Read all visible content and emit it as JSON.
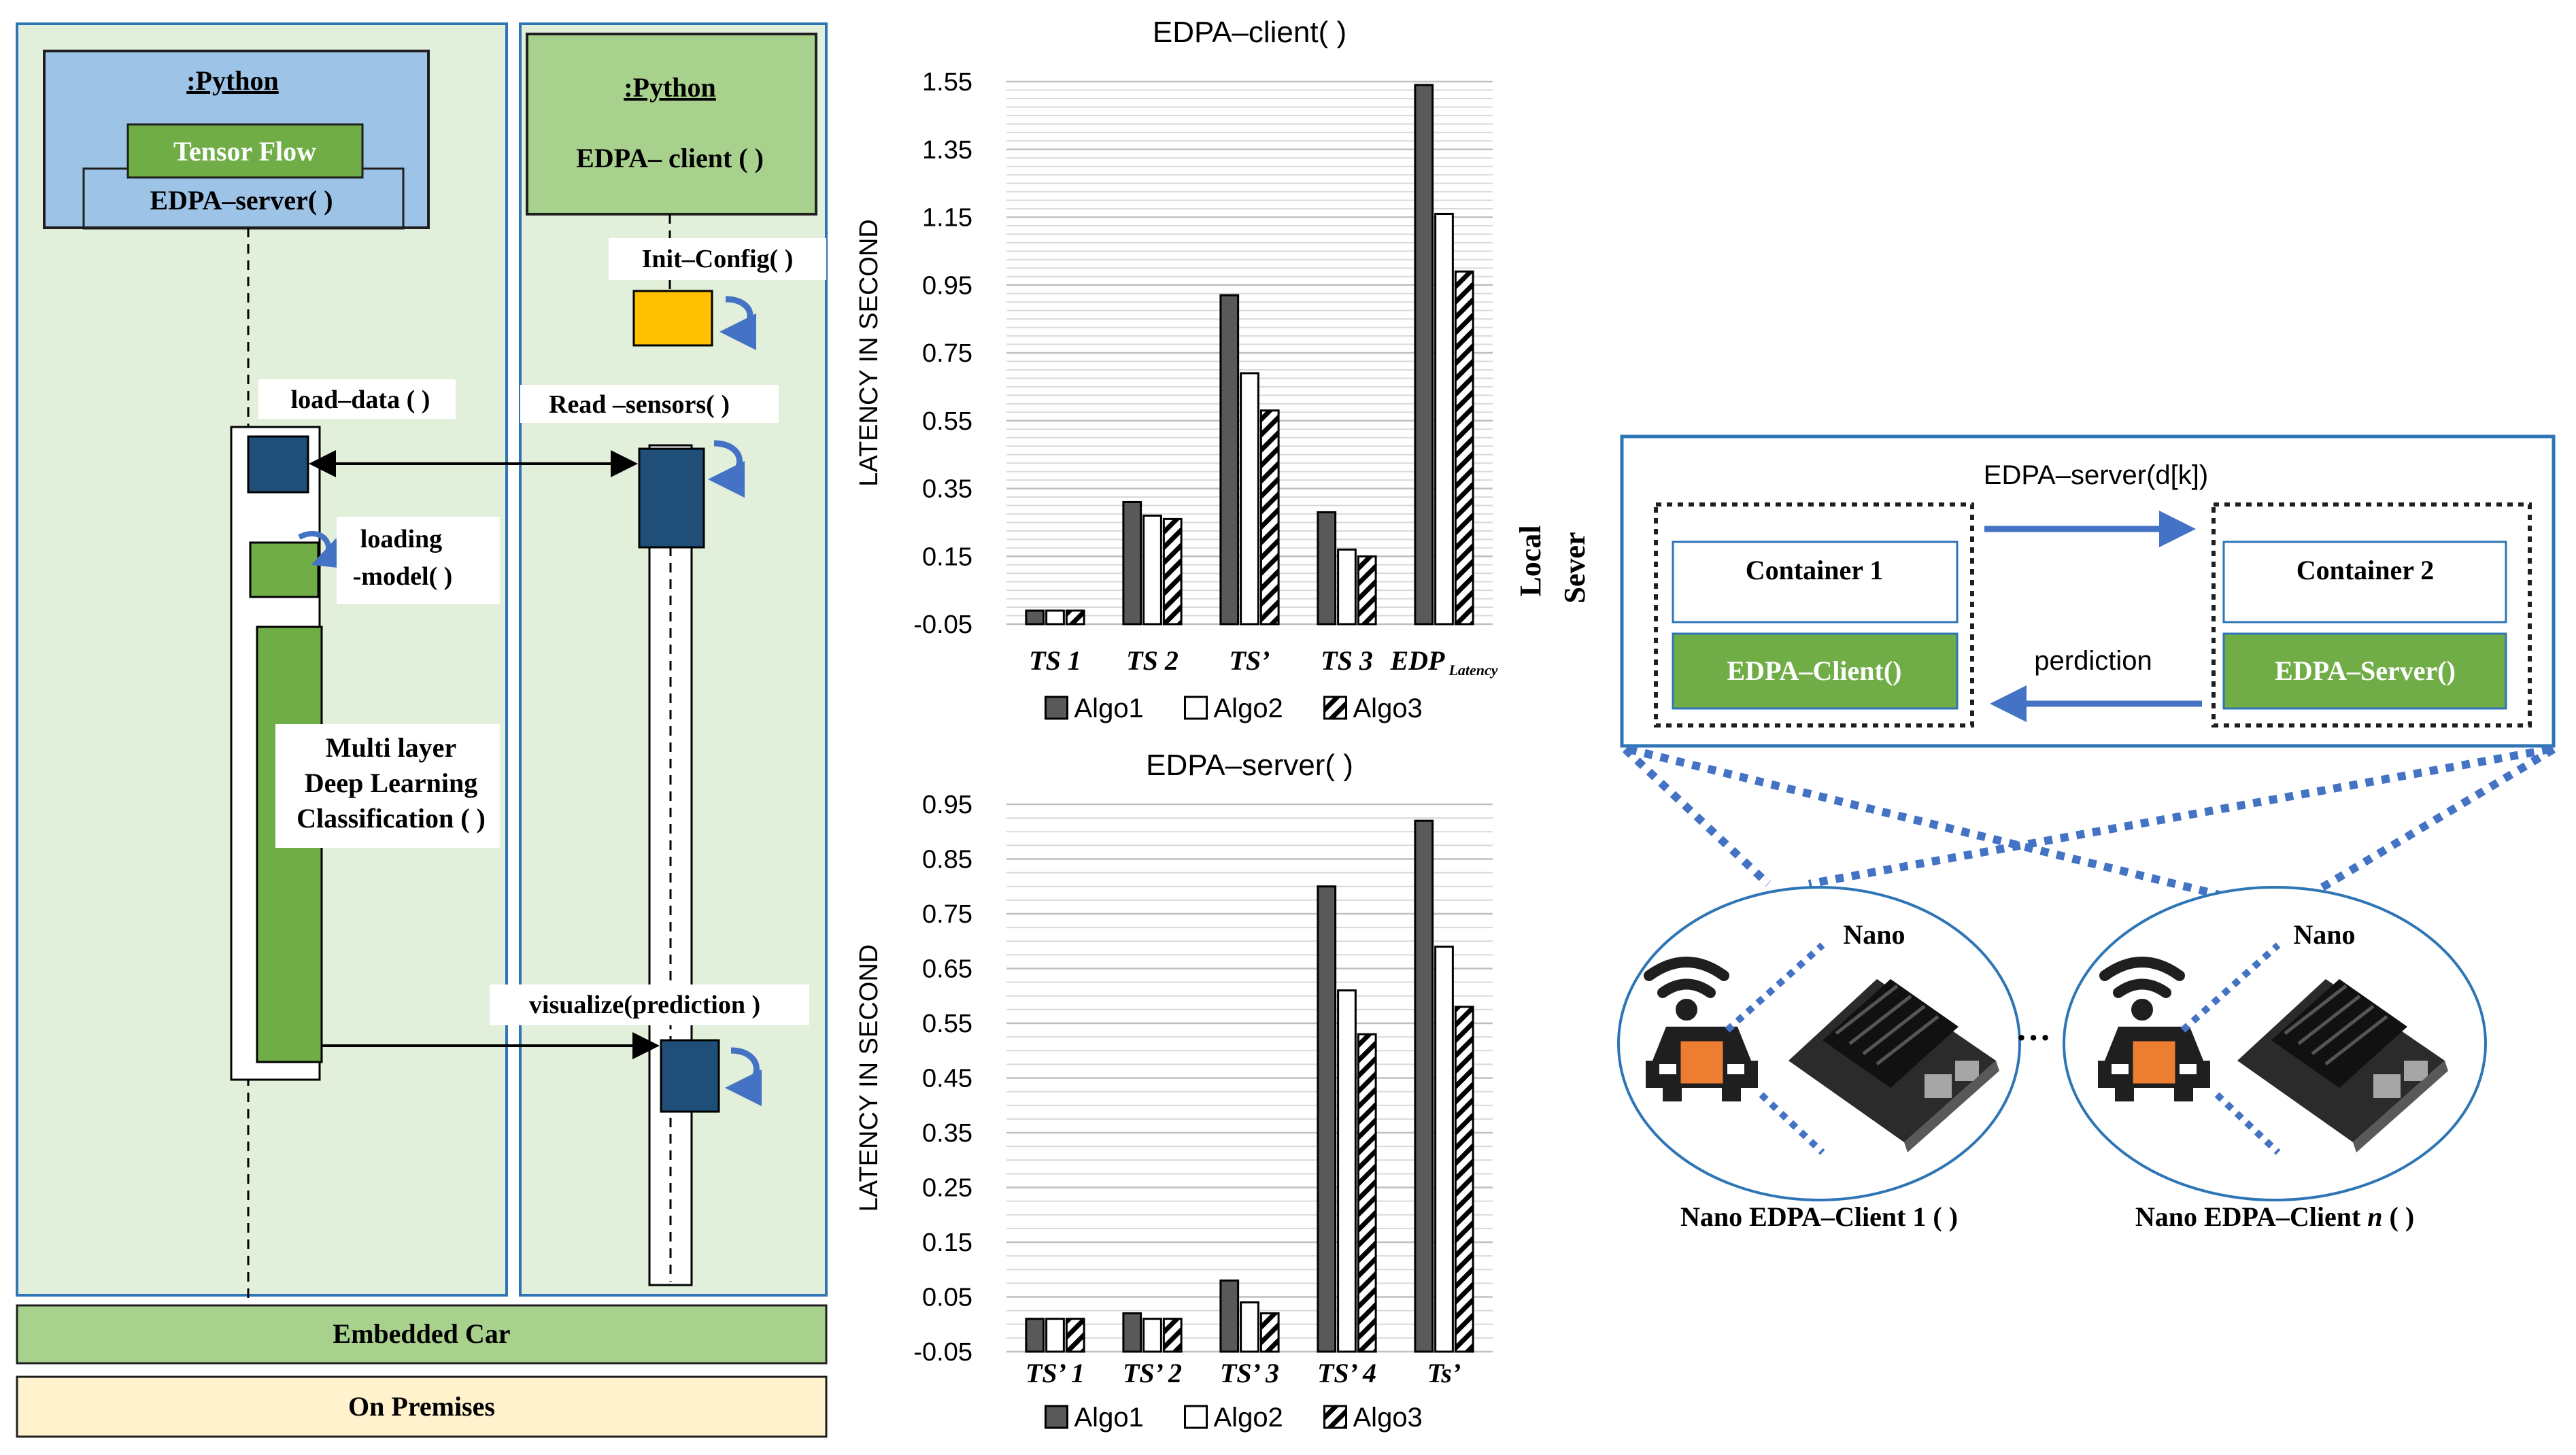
{
  "sequence": {
    "python_left": ":Python",
    "tensor_flow": "Tensor Flow",
    "edpa_server": "EDPA–server( )",
    "python_right": ":Python",
    "edpa_client": "EDPA– client ( )",
    "init_config": "Init–Config( )",
    "load_data": "load–data ( )",
    "read_sensors": "Read –sensors( )",
    "loading": "loading",
    "model": "-model( )",
    "multi1": "Multi layer",
    "multi2": "Deep Learning",
    "multi3": "Classification ( )",
    "visualize": "visualize(prediction )",
    "embedded_car": "Embedded Car",
    "on_premises": "On Premises"
  },
  "colors": {
    "lane_bg": "#e2efda",
    "lane_border": "#2e75b6",
    "header_blue": "#9dc3e6",
    "green": "#70ad47",
    "green_light": "#a9d18e",
    "dark_blue": "#1f4e79",
    "orange": "#ffc000",
    "beige": "#fff2cc",
    "bar_dark": "#595959",
    "car_orange": "#ed7d31",
    "arrow_blue": "#4472c4"
  },
  "chart_data": [
    {
      "type": "bar",
      "title": "EDPA–client( )",
      "ylabel": "LATENCY IN SECOND",
      "categories": [
        "TS 1",
        "TS 2",
        "TS’",
        "TS 3",
        "EDP"
      ],
      "category_sub": [
        "",
        "",
        "",
        "",
        "Latency"
      ],
      "series": [
        {
          "name": "Algo1",
          "values": [
            -0.01,
            0.31,
            0.92,
            0.28,
            1.54
          ]
        },
        {
          "name": "Algo2",
          "values": [
            -0.01,
            0.27,
            0.69,
            0.17,
            1.16
          ]
        },
        {
          "name": "Algo3",
          "values": [
            -0.01,
            0.26,
            0.58,
            0.15,
            0.99
          ]
        }
      ],
      "ylim": [
        -0.05,
        1.55
      ],
      "yticks": [
        "1.55",
        "1.35",
        "1.15",
        "0.95",
        "0.75",
        "0.55",
        "0.35",
        "0.15",
        "-0.05"
      ],
      "legend": "bottom",
      "grid": true
    },
    {
      "type": "bar",
      "title": "EDPA–server( )",
      "ylabel": "LATENCY IN SECOND",
      "categories": [
        "TS’ 1",
        "TS’ 2",
        "TS’ 3",
        "TS’ 4",
        "Ts’"
      ],
      "category_sub": [
        "",
        "",
        "",
        "",
        ""
      ],
      "series": [
        {
          "name": "Algo1",
          "values": [
            0.01,
            0.02,
            0.08,
            0.8,
            0.92
          ]
        },
        {
          "name": "Algo2",
          "values": [
            0.01,
            0.01,
            0.04,
            0.61,
            0.69
          ]
        },
        {
          "name": "Algo3",
          "values": [
            0.01,
            0.01,
            0.02,
            0.53,
            0.58
          ]
        }
      ],
      "ylim": [
        -0.05,
        0.95
      ],
      "yticks": [
        "0.95",
        "0.85",
        "0.75",
        "0.65",
        "0.55",
        "0.45",
        "0.35",
        "0.25",
        "0.15",
        "0.05",
        "-0.05"
      ],
      "legend": "bottom",
      "grid": true
    }
  ],
  "server": {
    "local": "Local",
    "sever": "Sever",
    "title": "EDPA–server(d[k])",
    "container1": "Container 1",
    "container2": "Container 2",
    "client_app": "EDPA–Client()",
    "server_app": "EDPA–Server()",
    "prediction": "perdiction",
    "nano1": "Nano",
    "nano2": "Nano",
    "ellipsis": "…",
    "client1": "Nano EDPA–Client 1 ( )",
    "clientn_pre": "Nano EDPA–Client ",
    "clientn_n": "n",
    "clientn_post": " ( )"
  }
}
